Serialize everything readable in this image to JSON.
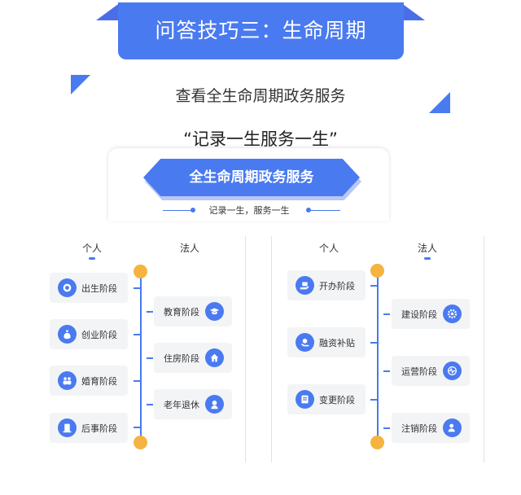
{
  "header": {
    "banner_title": "问答技巧三：生命周期",
    "subtitle": "查看全生命周期政务服务",
    "quote": "“记录一生服务一生”"
  },
  "card": {
    "title": "全生命周期政务服务",
    "motto": "记录一生，服务一生"
  },
  "left_panel": {
    "tabs": [
      {
        "label": "个人",
        "active": true
      },
      {
        "label": "法人",
        "active": false
      }
    ],
    "left_items": [
      {
        "label": "出生阶段",
        "icon": "baby-icon"
      },
      {
        "label": "创业阶段",
        "icon": "money-bag-icon"
      },
      {
        "label": "婚育阶段",
        "icon": "family-icon"
      },
      {
        "label": "后事阶段",
        "icon": "memorial-icon"
      }
    ],
    "right_items": [
      {
        "label": "教育阶段",
        "icon": "graduation-cap-icon"
      },
      {
        "label": "住房阶段",
        "icon": "house-icon"
      },
      {
        "label": "老年退休",
        "icon": "elder-icon"
      }
    ]
  },
  "right_panel": {
    "tabs": [
      {
        "label": "个人",
        "active": false
      },
      {
        "label": "法人",
        "active": true
      }
    ],
    "left_items": [
      {
        "label": "开办阶段",
        "icon": "open-hand-icon"
      },
      {
        "label": "融资补贴",
        "icon": "funding-icon"
      },
      {
        "label": "变更阶段",
        "icon": "change-document-icon"
      }
    ],
    "right_items": [
      {
        "label": "建设阶段",
        "icon": "gear-icon"
      },
      {
        "label": "运营阶段",
        "icon": "pulse-icon"
      },
      {
        "label": "注销阶段",
        "icon": "user-cancel-icon"
      }
    ]
  },
  "colors": {
    "accent": "#4a7af0",
    "endpoint": "#f5b340",
    "item_bg": "#f3f4f6"
  }
}
